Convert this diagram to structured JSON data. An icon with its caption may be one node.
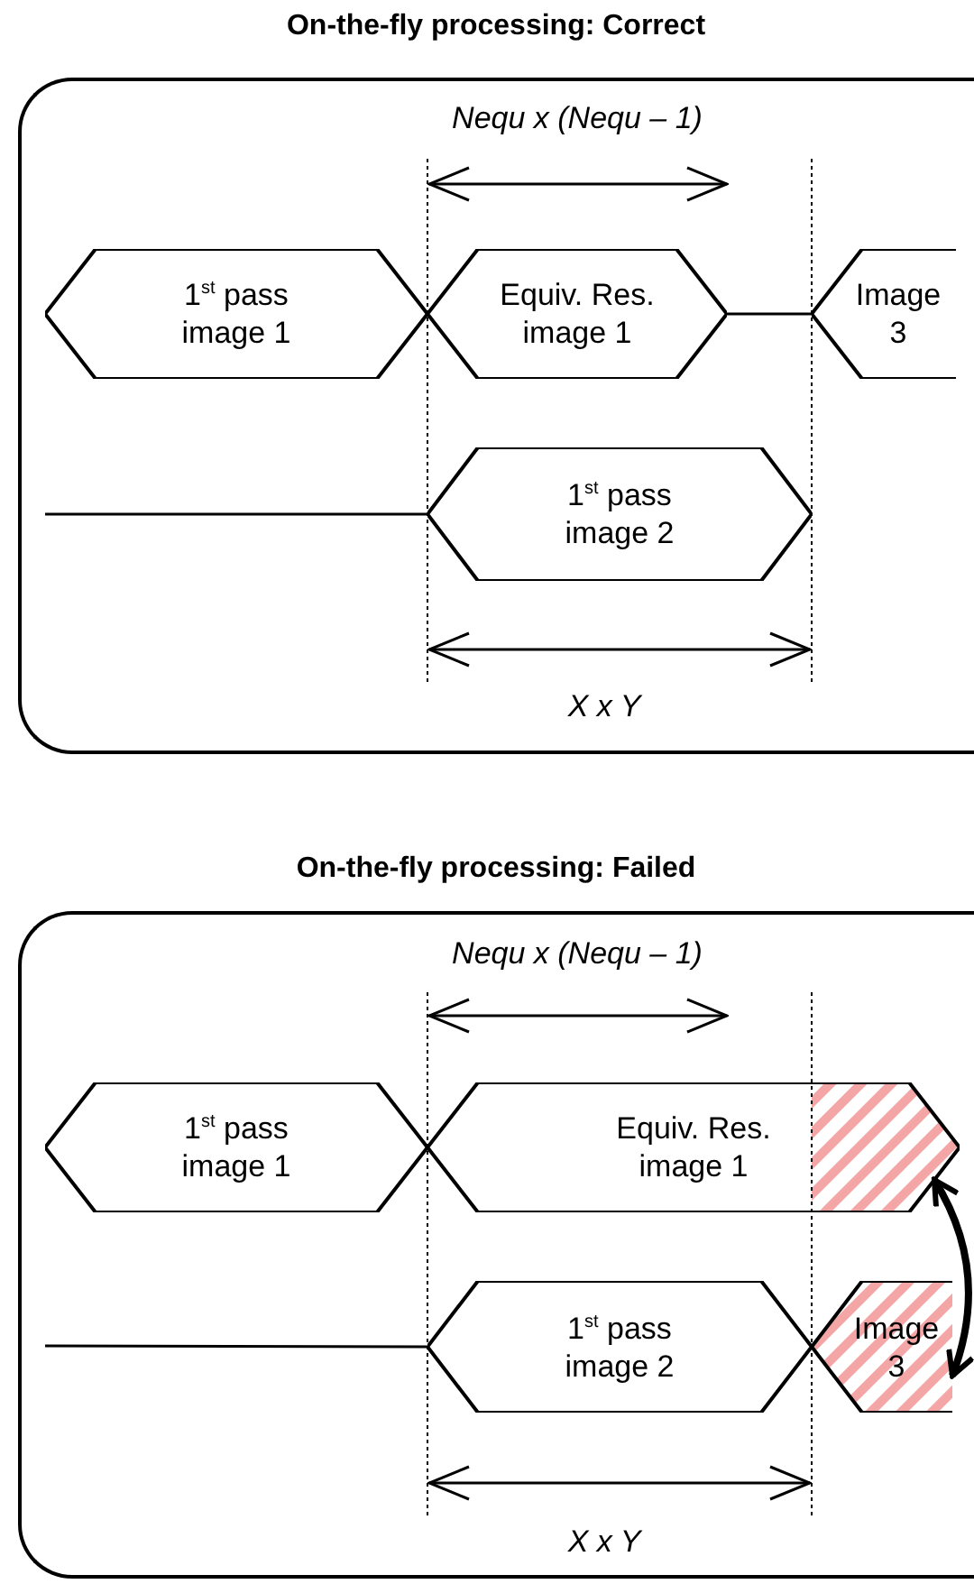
{
  "diagram": {
    "nodes": [
      {
        "text": [
          "On-the-fly processing: Correct"
        ]
      },
      {
        "text": [
          "1$^{st}$ pass image 1"
        ],
        "in": 0
      },
      {
        "text": [
          "Equiv. Res. image 1"
        ],
        "in": 0
      },
      {
        "text": [
          "Image 3"
        ],
        "in": 0
      },
      {
        "text": [
          "1$^{st}$ pass image 2"
        ],
        "in": 0
      },
      {
        "text": [
          "On-the-fly processing: Failed"
        ]
      },
      {
        "text": [
          "1$^{st}$ pass image 1"
        ],
        "in": 5
      },
      {
        "text": [
          "Equiv. Res. image 1"
        ],
        "in": 5
      },
      {
        "text": [
          "1$^{st}$ pass image 2"
        ],
        "in": 5
      },
      {
        "text": [
          "Image 3"
        ],
        "in": 5
      }
    ],
    "edges": [
      {
        "from": 2,
        "to": 3,
        "arrow": "none"
      },
      {
        "from": null,
        "to": 4,
        "arrow": "none"
      },
      {
        "from": null,
        "to": 8,
        "arrow": "none"
      },
      {
        "from": 7,
        "to": 9,
        "arrow": "both",
        "style": "thick"
      }
    ],
    "labels": [
      "Nequ x (Nequ – 1)",
      "X x Y",
      "Nequ x (Nequ – 1)",
      "X x Y"
    ]
  }
}
